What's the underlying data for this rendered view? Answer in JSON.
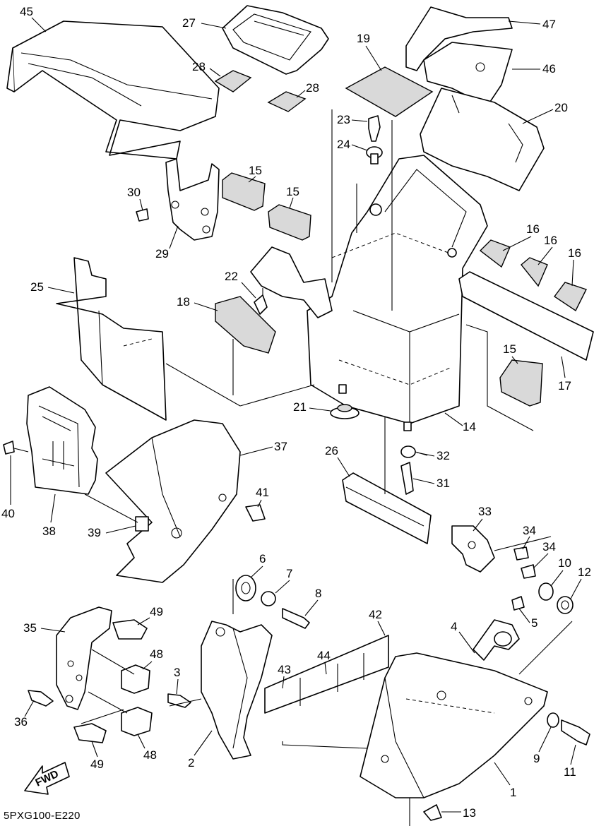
{
  "diagram_code": "5PXG100-E220",
  "fwd_label": "FWD",
  "callouts": {
    "c1": "1",
    "c2": "2",
    "c3": "3",
    "c4": "4",
    "c5": "5",
    "c6": "6",
    "c7": "7",
    "c8": "8",
    "c9": "9",
    "c10": "10",
    "c11": "11",
    "c12": "12",
    "c13": "13",
    "c14": "14",
    "c15a": "15",
    "c15b": "15",
    "c15c": "15",
    "c16a": "16",
    "c16b": "16",
    "c16c": "16",
    "c17": "17",
    "c18": "18",
    "c19": "19",
    "c20": "20",
    "c21": "21",
    "c22": "22",
    "c23": "23",
    "c24": "24",
    "c25": "25",
    "c26": "26",
    "c27": "27",
    "c28a": "28",
    "c28b": "28",
    "c29": "29",
    "c30": "30",
    "c31": "31",
    "c32": "32",
    "c33": "33",
    "c34a": "34",
    "c34b": "34",
    "c35": "35",
    "c36": "36",
    "c37": "37",
    "c38": "38",
    "c39": "39",
    "c40": "40",
    "c41": "41",
    "c42": "42",
    "c43": "43",
    "c44": "44",
    "c45": "45",
    "c46": "46",
    "c47": "47",
    "c48a": "48",
    "c48b": "48",
    "c49a": "49",
    "c49b": "49"
  }
}
